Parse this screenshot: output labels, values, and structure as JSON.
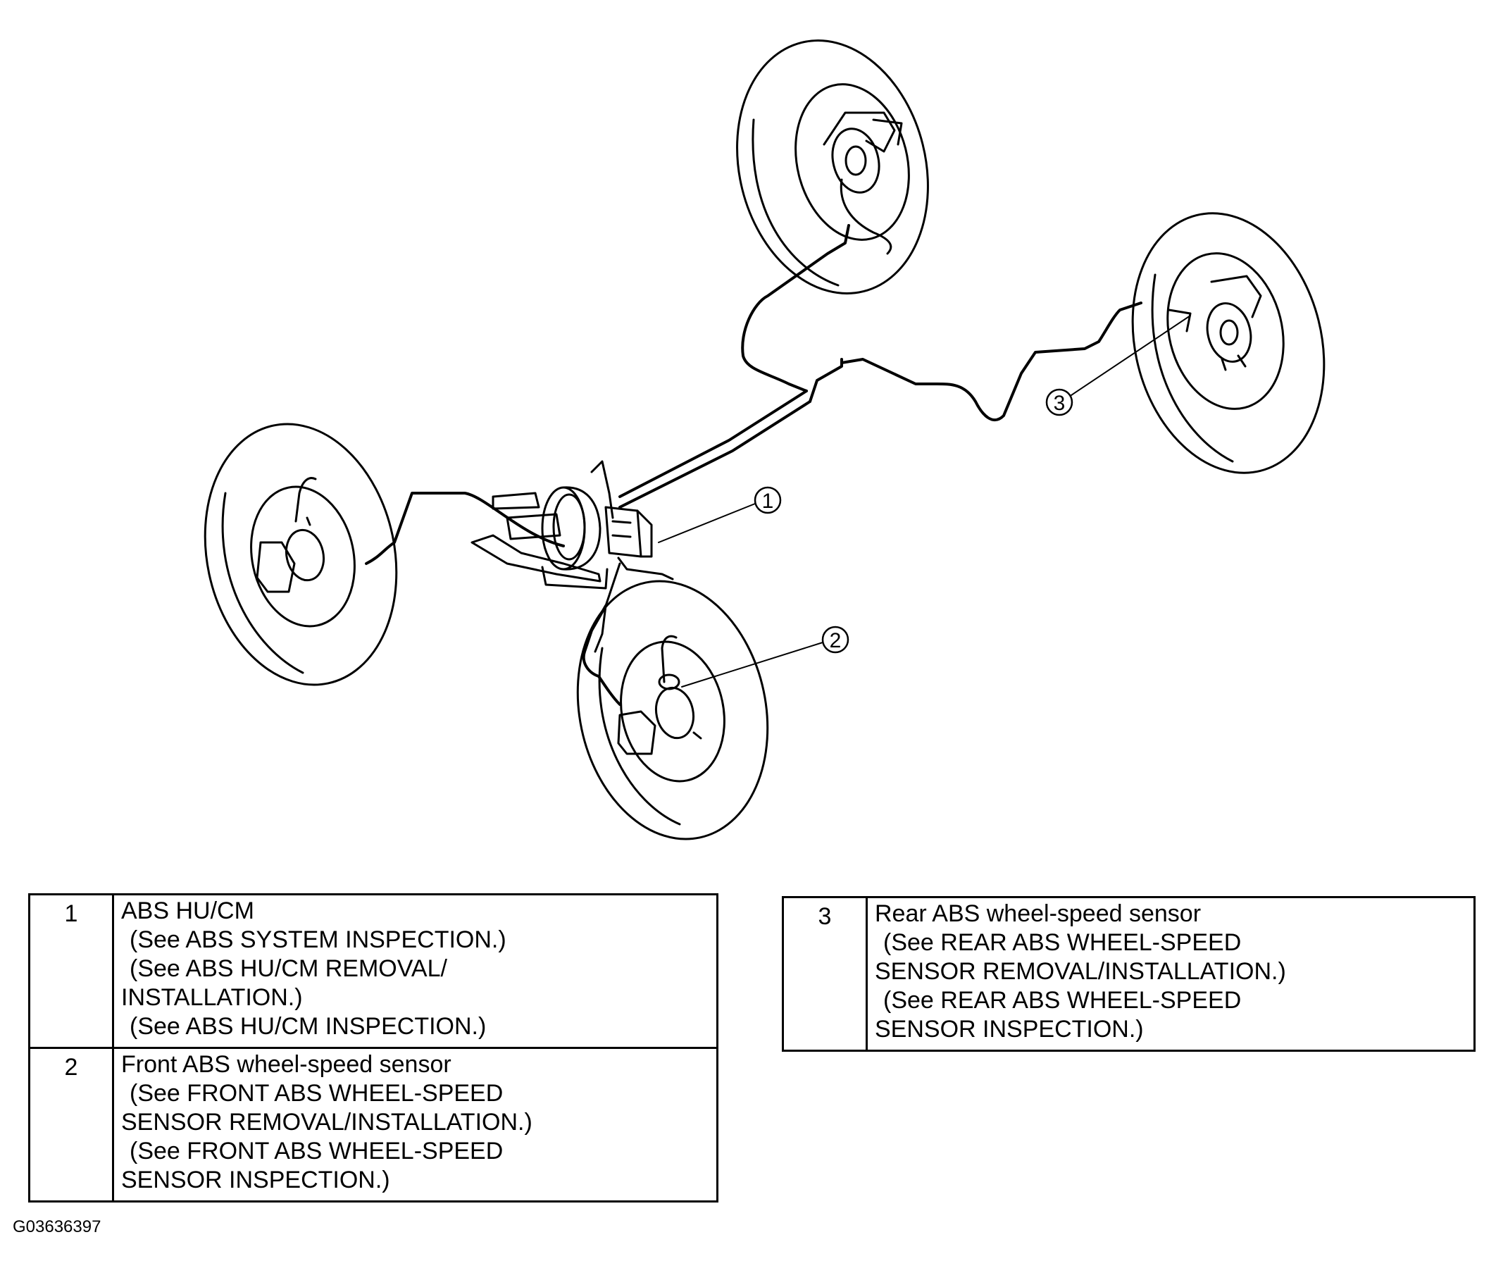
{
  "callouts": [
    "1",
    "2",
    "3"
  ],
  "legend_left": [
    {
      "num": "1",
      "lines": [
        "ABS HU/CM",
        "(See ABS SYSTEM INSPECTION.)",
        "(See ABS HU/CM REMOVAL/",
        "INSTALLATION.)",
        "(See  ABS HU/CM INSPECTION.)"
      ]
    },
    {
      "num": "2",
      "lines": [
        "Front ABS wheel-speed sensor",
        "(See  FRONT ABS WHEEL-SPEED",
        "SENSOR REMOVAL/INSTALLATION.)",
        "(See FRONT ABS WHEEL-SPEED",
        "SENSOR INSPECTION.)"
      ]
    }
  ],
  "legend_right": [
    {
      "num": "3",
      "lines": [
        "Rear ABS wheel-speed sensor",
        "(See REAR ABS WHEEL-SPEED",
        "SENSOR REMOVAL/INSTALLATION.)",
        "(See REAR ABS WHEEL-SPEED",
        "SENSOR INSPECTION.)"
      ]
    }
  ],
  "figure_id": "G03636397"
}
